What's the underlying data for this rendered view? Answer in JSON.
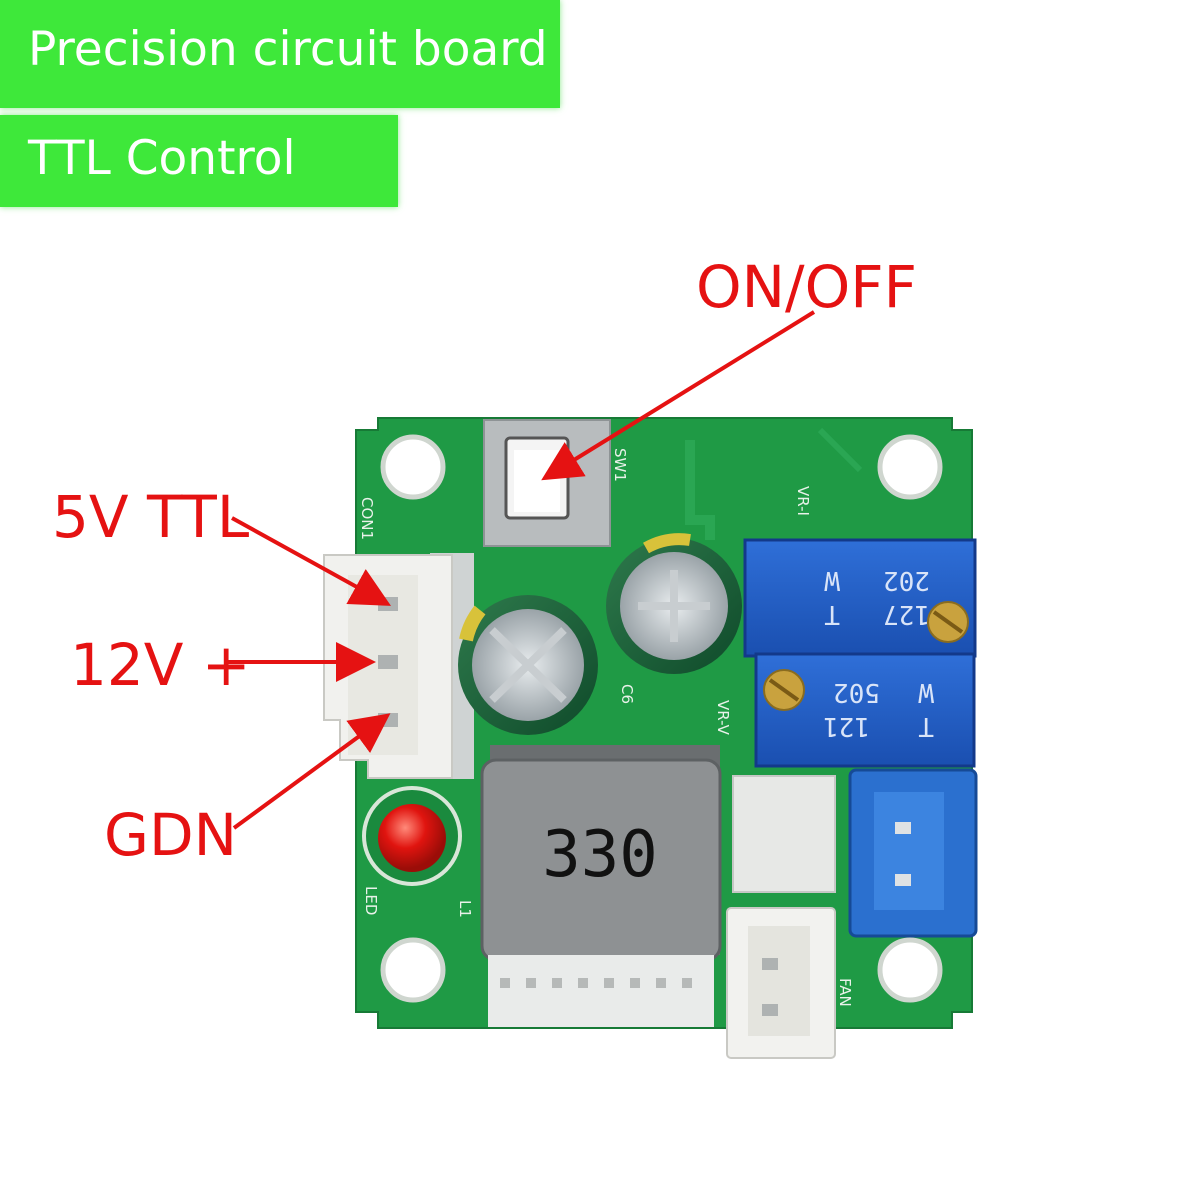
{
  "banners": {
    "title": "Precision circuit board",
    "subtitle": "TTL Control"
  },
  "callouts": {
    "on_off": "ON/OFF",
    "ttl_5v": "5V TTL",
    "plus_12v": "12V +",
    "gdn": "GDN"
  },
  "board": {
    "inductor_marking": "330",
    "pot_upper_marking": [
      "127",
      "202",
      "T",
      "W"
    ],
    "pot_lower_marking": [
      "121",
      "502",
      "T",
      "W"
    ],
    "silkscreen": {
      "sw1": "SW1",
      "con1": "CON1",
      "vr_i": "VR-I",
      "vr_v": "VR-V",
      "c6": "C6",
      "l1": "L1",
      "led": "LED",
      "fan": "FAN"
    }
  },
  "colors": {
    "banner_green": "#3ee83a",
    "callout_red": "#e51212",
    "pcb_green": "#1f9a45"
  }
}
